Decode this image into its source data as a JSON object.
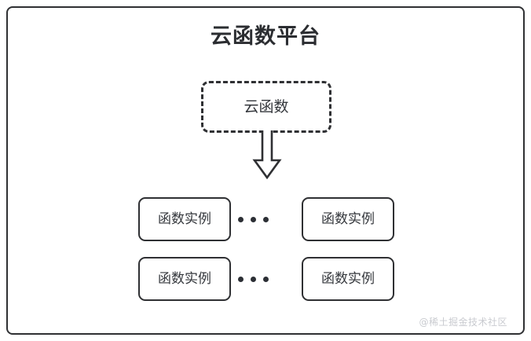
{
  "diagram": {
    "title": "云函数平台",
    "background_color": "#ffffff",
    "stroke_color": "#2f3033",
    "text_color": "#34373c",
    "cloud_function": {
      "label": "云函数",
      "border_style": "dashed"
    },
    "arrow": {
      "name": "down-block-arrow",
      "direction": "down",
      "style": "outlined"
    },
    "ellipsis_label": "...",
    "rows": [
      {
        "left_instance": "函数实例",
        "ellipsis": "...",
        "right_instance": "函数实例"
      },
      {
        "left_instance": "函数实例",
        "ellipsis": "...",
        "right_instance": "函数实例"
      }
    ],
    "watermark": "@稀土掘金技术社区"
  }
}
